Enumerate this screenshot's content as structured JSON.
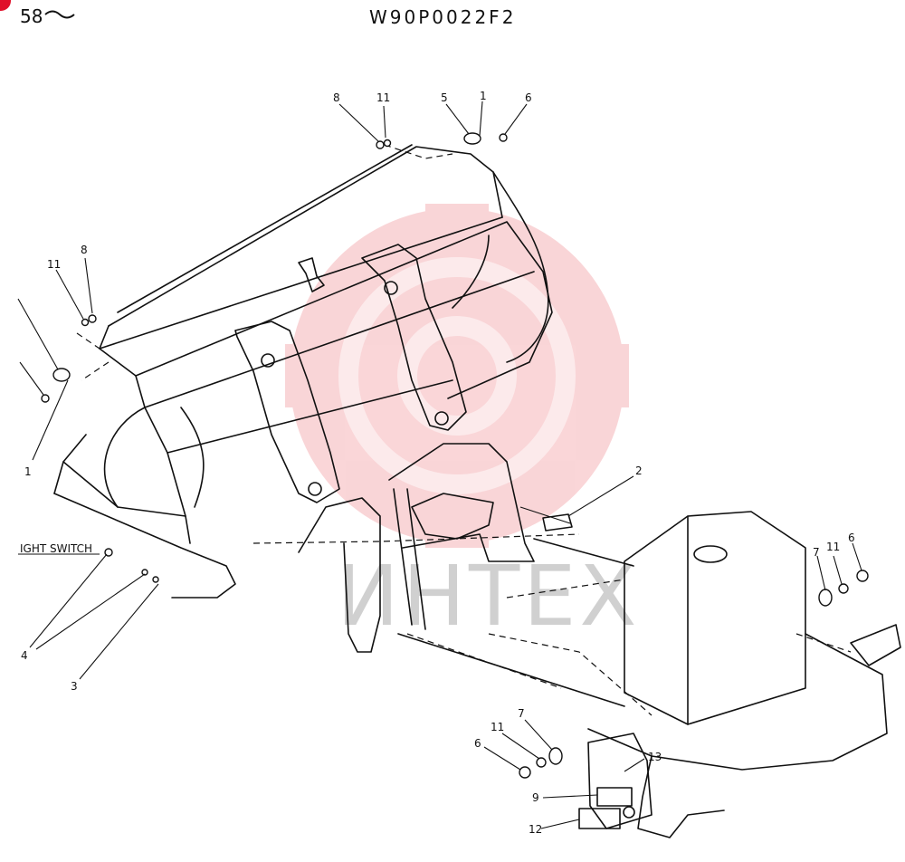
{
  "header": {
    "page_number": "58",
    "drawing_code": "W90P0022F2"
  },
  "labels": {
    "light_switch": "IGHT SWITCH"
  },
  "callouts": {
    "c8_top": "8",
    "c11_top": "11",
    "c5_top": "5",
    "c1_top": "1",
    "c6_top": "6",
    "c8_left": "8",
    "c11_left": "11",
    "c1_left": "1",
    "c2": "2",
    "c4": "4",
    "c3": "3",
    "c7_right": "7",
    "c11_right": "11",
    "c6_right": "6",
    "c7_low": "7",
    "c11_low": "11",
    "c6_low": "6",
    "c13": "13",
    "c9": "9",
    "c12": "12"
  },
  "watermark": {
    "text": "ИНТЕХ"
  },
  "colors": {
    "line": "#111111",
    "watermark_red": "#e8454f",
    "corner_red": "#e0102a"
  }
}
